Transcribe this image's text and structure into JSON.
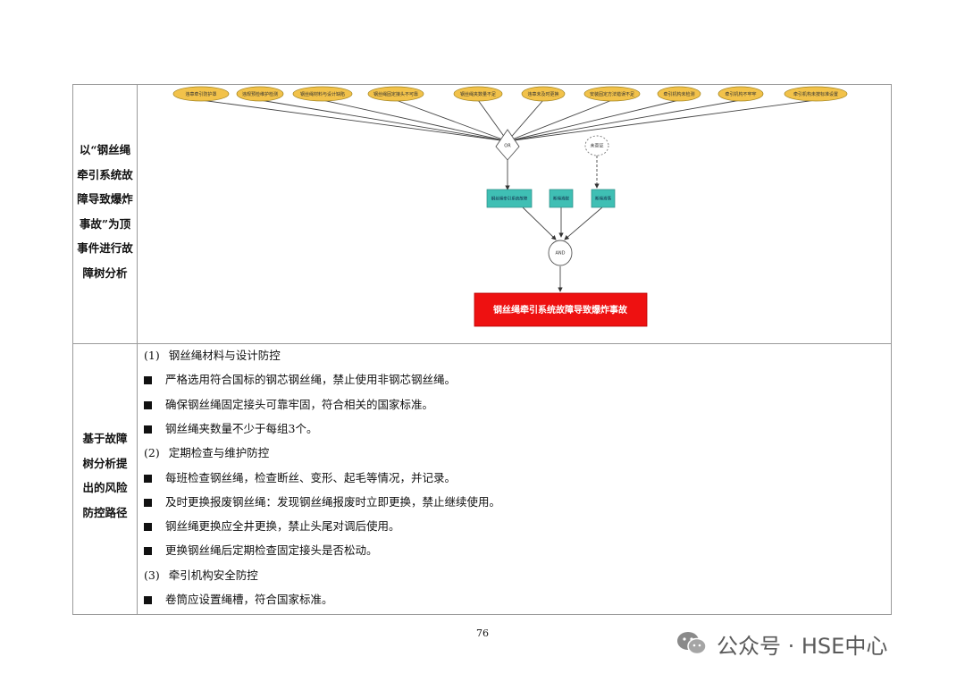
{
  "row1_label": [
    "以“钢丝绳",
    "牵引系统故",
    "障导致爆炸",
    "事故”为顶",
    "事件进行故",
    "障树分析"
  ],
  "row2_label": [
    "基于故障",
    "树分析提",
    "出的风险",
    "防控路径"
  ],
  "tree": {
    "basic_events": [
      "违章牵引防护罩",
      "违规预检维护检测",
      "钢丝绳材料与设计缺陷",
      "钢丝绳固定接头不可靠",
      "钢丝绳夹数量不足",
      "违章未及时更换",
      "安装固定方法错误不足",
      "牵引机构未检测",
      "牵引机构不牢牢",
      "牵引机构未按标准设置"
    ],
    "or_gate": "OR",
    "undeveloped_event": "未查证",
    "intermediate_events": [
      "钢丝绳牵引系统故障",
      "断绳滑脱",
      "断绳滑落"
    ],
    "and_gate": "AND",
    "top_event": "钢丝绳牵引系统故障导致爆炸事故",
    "colors": {
      "basic": "#f2c24a",
      "intermediate": "#3fbfb4",
      "top": "#ee1111"
    }
  },
  "measures": [
    {
      "type": "head",
      "num": "(1)",
      "text": "钢丝绳材料与设计防控"
    },
    {
      "type": "bullet",
      "text": "严格选用符合国标的钢芯钢丝绳，禁止使用非钢芯钢丝绳。"
    },
    {
      "type": "bullet",
      "text": "确保钢丝绳固定接头可靠牢固，符合相关的国家标准。"
    },
    {
      "type": "bullet",
      "text": "钢丝绳夹数量不少于每组3个。"
    },
    {
      "type": "head",
      "num": "(2)",
      "text": "定期检查与维护防控"
    },
    {
      "type": "bullet",
      "text": "每班检查钢丝绳，检查断丝、变形、起毛等情况，并记录。"
    },
    {
      "type": "bullet",
      "text": "及时更换报废钢丝绳：发现钢丝绳报废时立即更换，禁止继续使用。"
    },
    {
      "type": "bullet",
      "text": "钢丝绳更换应全井更换，禁止头尾对调后使用。"
    },
    {
      "type": "bullet",
      "text": "更换钢丝绳后定期检查固定接头是否松动。"
    },
    {
      "type": "head",
      "num": "(3)",
      "text": "牵引机构安全防控"
    },
    {
      "type": "bullet",
      "text": "卷筒应设置绳槽，符合国家标准。"
    }
  ],
  "page_number": "76",
  "watermark": "公众号 · HSE中心"
}
